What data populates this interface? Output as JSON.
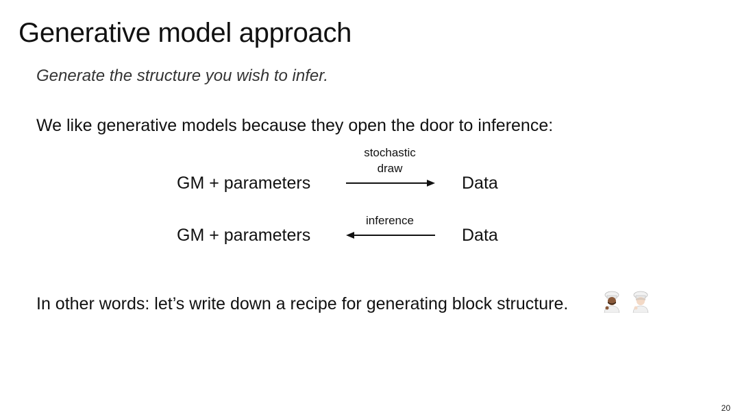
{
  "slide": {
    "title": "Generative model approach",
    "subtitle": "Generate the structure you wish to infer.",
    "intro": "We like generative models because they open the door to inference:",
    "forward": {
      "left": "GM + parameters",
      "right": "Data",
      "label_line1": "stochastic",
      "label_line2": "draw"
    },
    "backward": {
      "left": "GM + parameters",
      "right": "Data",
      "label": "inference"
    },
    "closing": "In other words: let’s write down a recipe for generating block structure.",
    "icons": [
      "chef-icon",
      "chef-icon"
    ],
    "page_number": "20"
  }
}
